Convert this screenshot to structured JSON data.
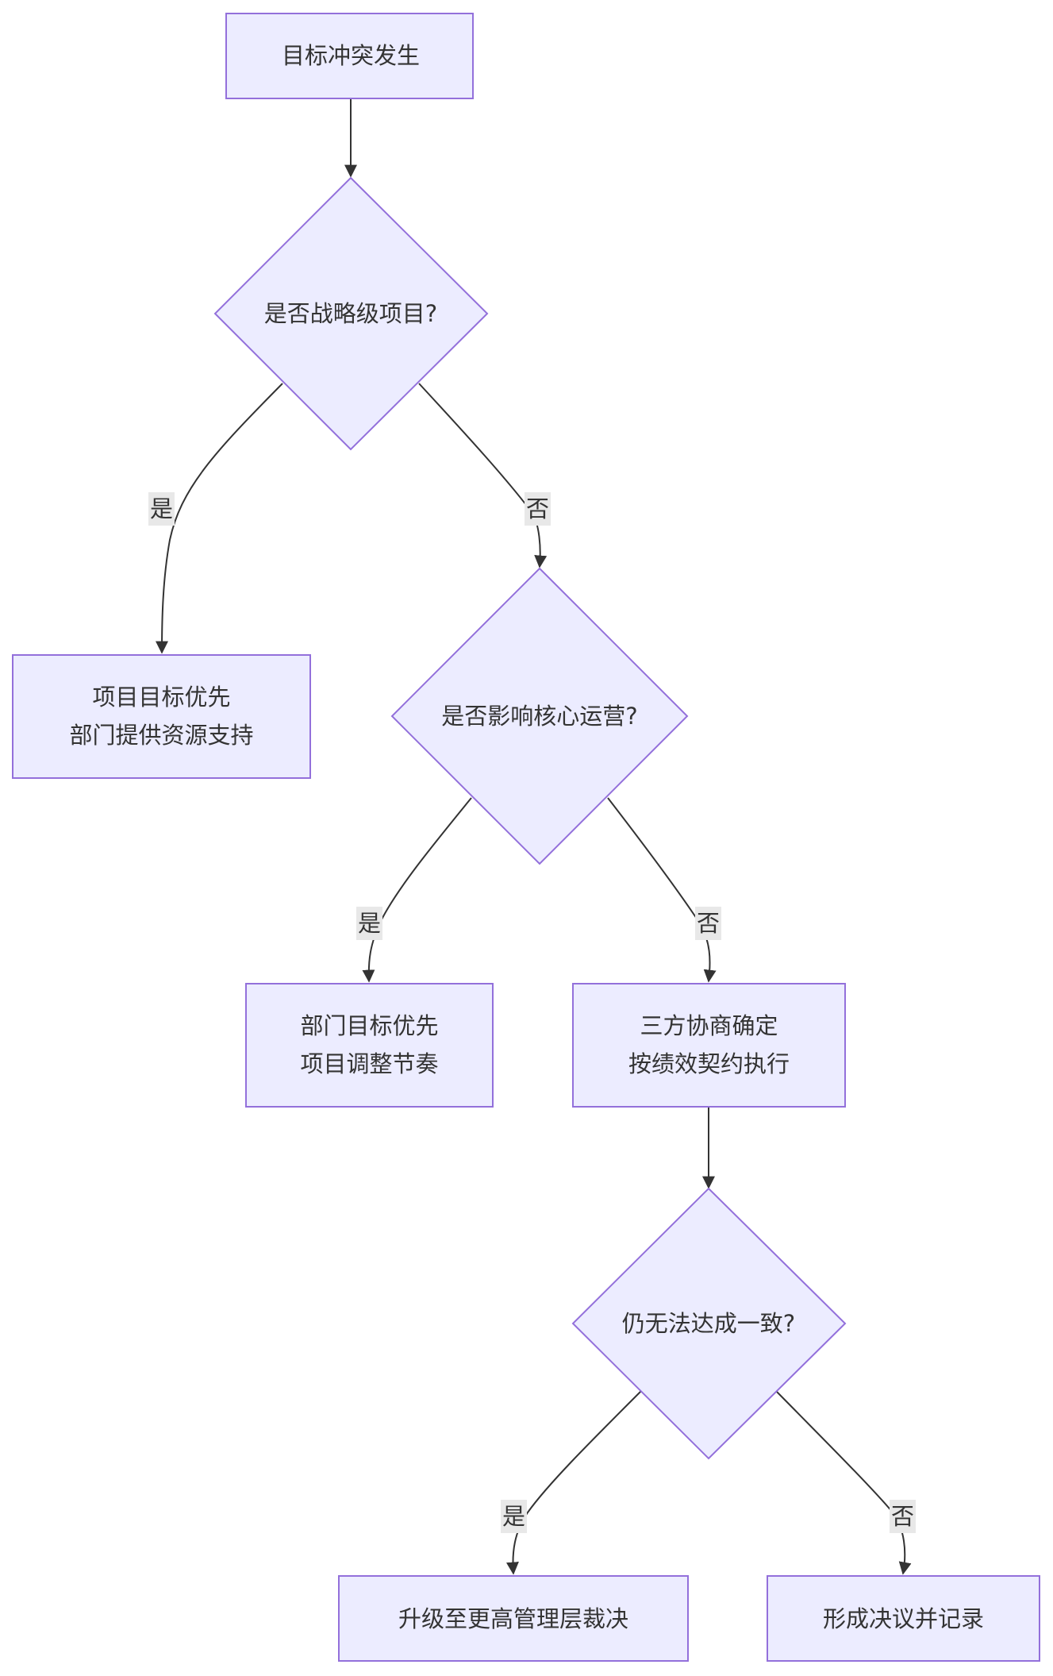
{
  "colors": {
    "node_fill": "#ECECFF",
    "node_stroke": "#9370DB",
    "edge": "#333333",
    "text": "#333333",
    "label_bg": "#e8e8e8"
  },
  "nodes": {
    "start": {
      "text": "目标冲突发生"
    },
    "strategic": {
      "text": "是否战略级项目?"
    },
    "project_priority": {
      "line1": "项目目标优先",
      "line2": "部门提供资源支持"
    },
    "core_ops": {
      "text": "是否影响核心运营?"
    },
    "dept_priority": {
      "line1": "部门目标优先",
      "line2": "项目调整节奏"
    },
    "negotiate": {
      "line1": "三方协商确定",
      "line2": "按绩效契约执行"
    },
    "consensus": {
      "text": "仍无法达成一致?"
    },
    "escalate": {
      "text": "升级至更高管理层裁决"
    },
    "resolution": {
      "text": "形成决议并记录"
    }
  },
  "edge_labels": {
    "strategic_yes": "是",
    "strategic_no": "否",
    "core_yes": "是",
    "core_no": "否",
    "consensus_yes": "是",
    "consensus_no": "否"
  }
}
